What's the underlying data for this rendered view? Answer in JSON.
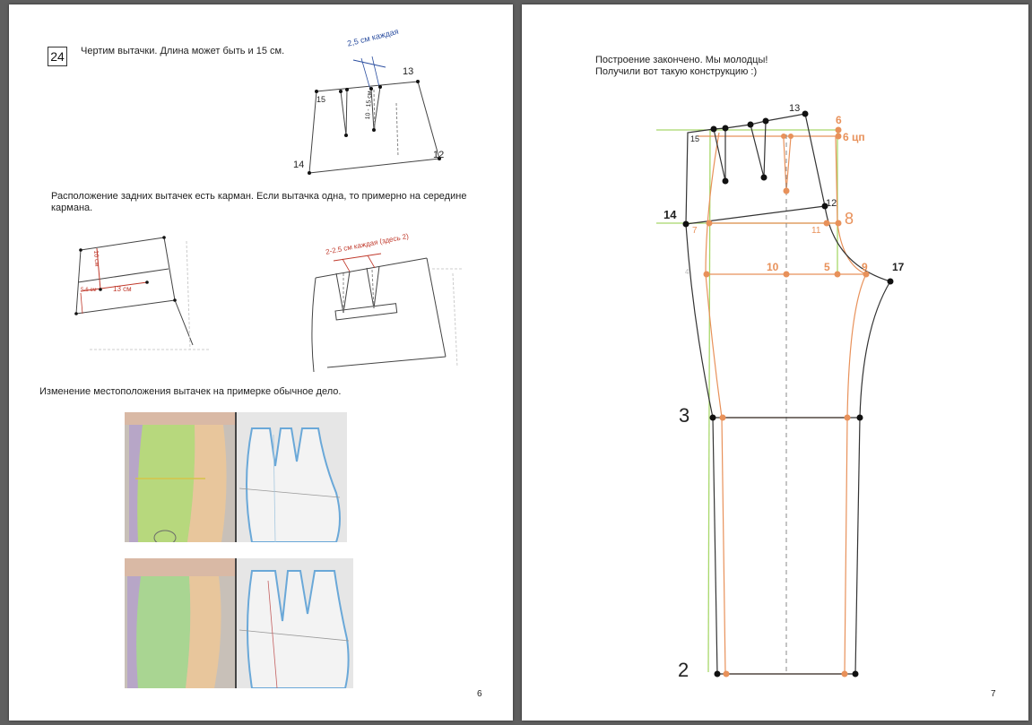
{
  "left_page": {
    "step_number": "24",
    "step_text": "Чертим вытачки. Длина может быть и 15 см.",
    "diagram1": {
      "dart_width_label": "2,5 см каждая",
      "dart_length_label": "10 - 15 см",
      "points": [
        "13",
        "15",
        "14",
        "12"
      ]
    },
    "pocket_text_line1": "Расположение задних вытачек есть карман. Если вытачка одна, то примерно на середине",
    "pocket_text_line2": "кармана.",
    "diagram2": {
      "label_10": "10 см",
      "label_56": "5-6 см",
      "label_13": "13 см"
    },
    "diagram3": {
      "dart_label": "2-2.5 см каждая (здесь 2)"
    },
    "fitting_text": "Изменение местоположения вытачек на примерке обычное дело.",
    "page_number": "6"
  },
  "right_page": {
    "header_line1": "Построение закончено. Мы молодцы!",
    "header_line2": "Получили вот такую конструкцию :)",
    "points": {
      "p13": "13",
      "p6": "6",
      "p6cp": "6 цп",
      "p15": "15",
      "p14": "14",
      "p12": "12",
      "p8": "8",
      "p7": "7",
      "p11": "11",
      "p10": "10",
      "p5": "5",
      "p9": "9",
      "p17": "17",
      "p4": "4",
      "p3": "3",
      "p2": "2"
    },
    "page_number": "7"
  },
  "colors": {
    "front_orange": "#e8915a",
    "guide_green": "#a8d86a",
    "outline_black": "#333333",
    "dart_red": "#c0392b",
    "dim_blue": "#2c4fa0"
  }
}
